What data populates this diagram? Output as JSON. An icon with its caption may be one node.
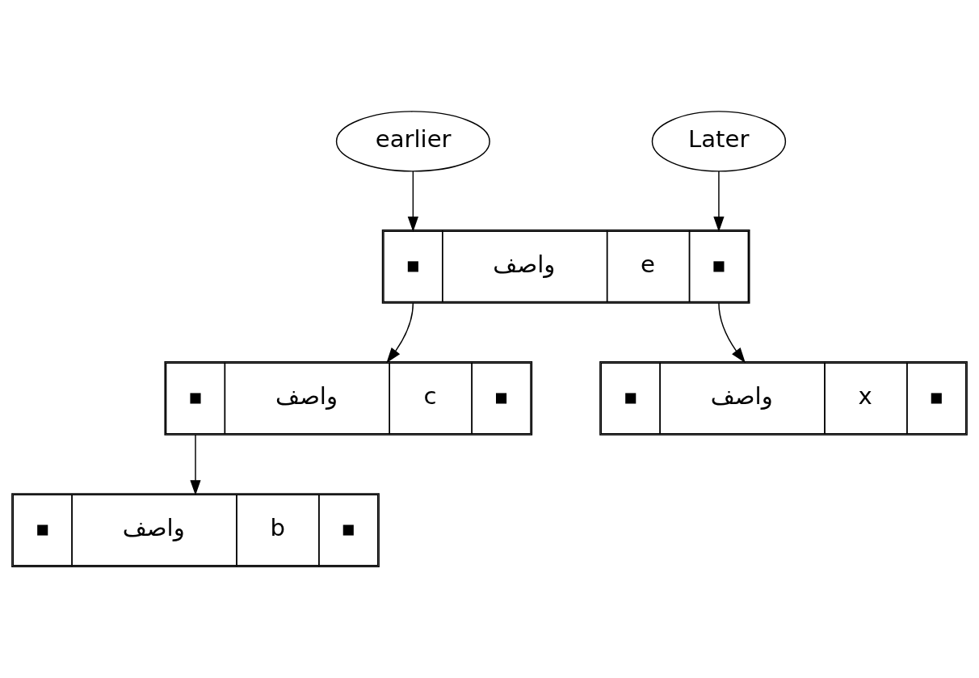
{
  "diagram": {
    "nodes": [
      {
        "text": [
          "earlier"
        ]
      },
      {
        "text": [
          "Later"
        ]
      },
      {
        "text": [
          "e",
          "واصف"
        ]
      },
      {
        "text": [
          "x",
          "واصف"
        ]
      },
      {
        "text": [
          "c",
          "واصف"
        ]
      },
      {
        "text": [
          "b",
          "واصف"
        ]
      }
    ],
    "edges": [
      {
        "from": 0,
        "to": 2,
        "arrow": "to"
      },
      {
        "from": 1,
        "to": 2,
        "arrow": "to"
      },
      {
        "from": 2,
        "to": 4,
        "arrow": "to"
      },
      {
        "from": 2,
        "to": 3,
        "arrow": "to"
      },
      {
        "from": 4,
        "to": 5,
        "arrow": "to"
      }
    ]
  }
}
